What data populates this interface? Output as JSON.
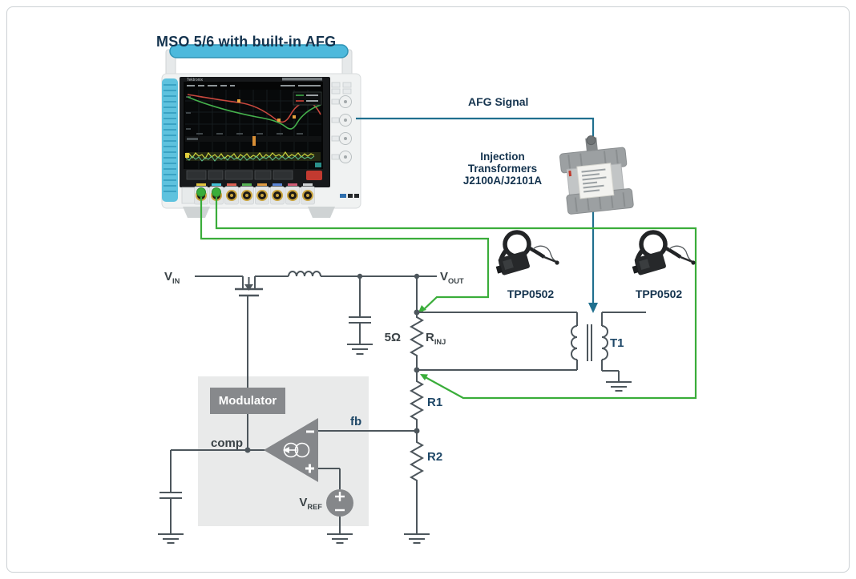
{
  "title": "MSO 5/6 with built-in AFG",
  "scope": {
    "brand": "Tektronix"
  },
  "afg": {
    "signal_label": "AFG Signal"
  },
  "injection": {
    "line1": "Injection",
    "line2": "Transformers",
    "line3": "J2100A/J2101A"
  },
  "probes": {
    "left": "TPP0502",
    "right": "TPP0502"
  },
  "circuit": {
    "vin": {
      "main": "V",
      "sub": "IN"
    },
    "vout": {
      "main": "V",
      "sub": "OUT"
    },
    "rinj": {
      "value": "5Ω",
      "main": "R",
      "sub": "INJ"
    },
    "r1": "R1",
    "r2": "R2",
    "t1": "T1",
    "fb": "fb",
    "comp": "comp",
    "modulator": "Modulator",
    "vref": {
      "main": "V",
      "sub": "REF"
    }
  },
  "colors": {
    "probe_wire_green": "#3aad3a",
    "afg_signal_teal": "#20708f",
    "label_navy": "#14334e",
    "schematic_gray": "#4d565c",
    "scope_handle_blue": "#4db9dc"
  }
}
